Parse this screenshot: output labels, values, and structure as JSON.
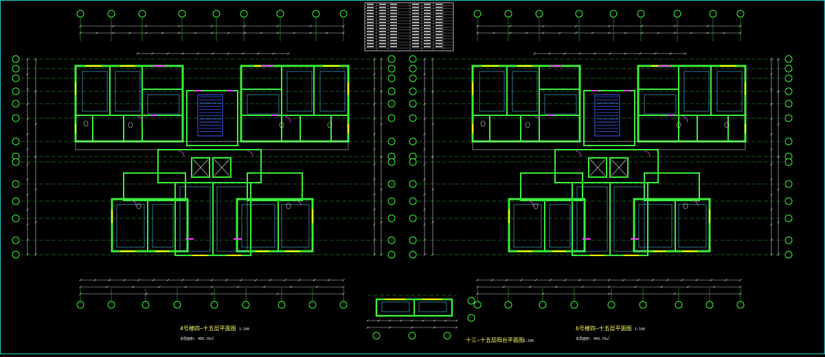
{
  "drawing": {
    "title_left": "4号楼四~十五层平面图",
    "scale_left": "1:100",
    "area_left": "本层面积: 468.78㎡",
    "title_right": "6号楼四~十五层平面图",
    "scale_right": "1:100",
    "area_right": "本层面积: 468.78㎡",
    "title_middle": "十三~十五层阳台平面图",
    "scale_middle": "1:100"
  },
  "colors": {
    "wall": "#3cf03c",
    "grid": "#3ce03c",
    "axis_circle": "#3cff3c",
    "dimension": "#d8d8d8",
    "window": "#ffff00",
    "door": "#ff40ff",
    "stair": "#4060ff",
    "frame": "#2ad0d0",
    "title": "#ffff66"
  }
}
